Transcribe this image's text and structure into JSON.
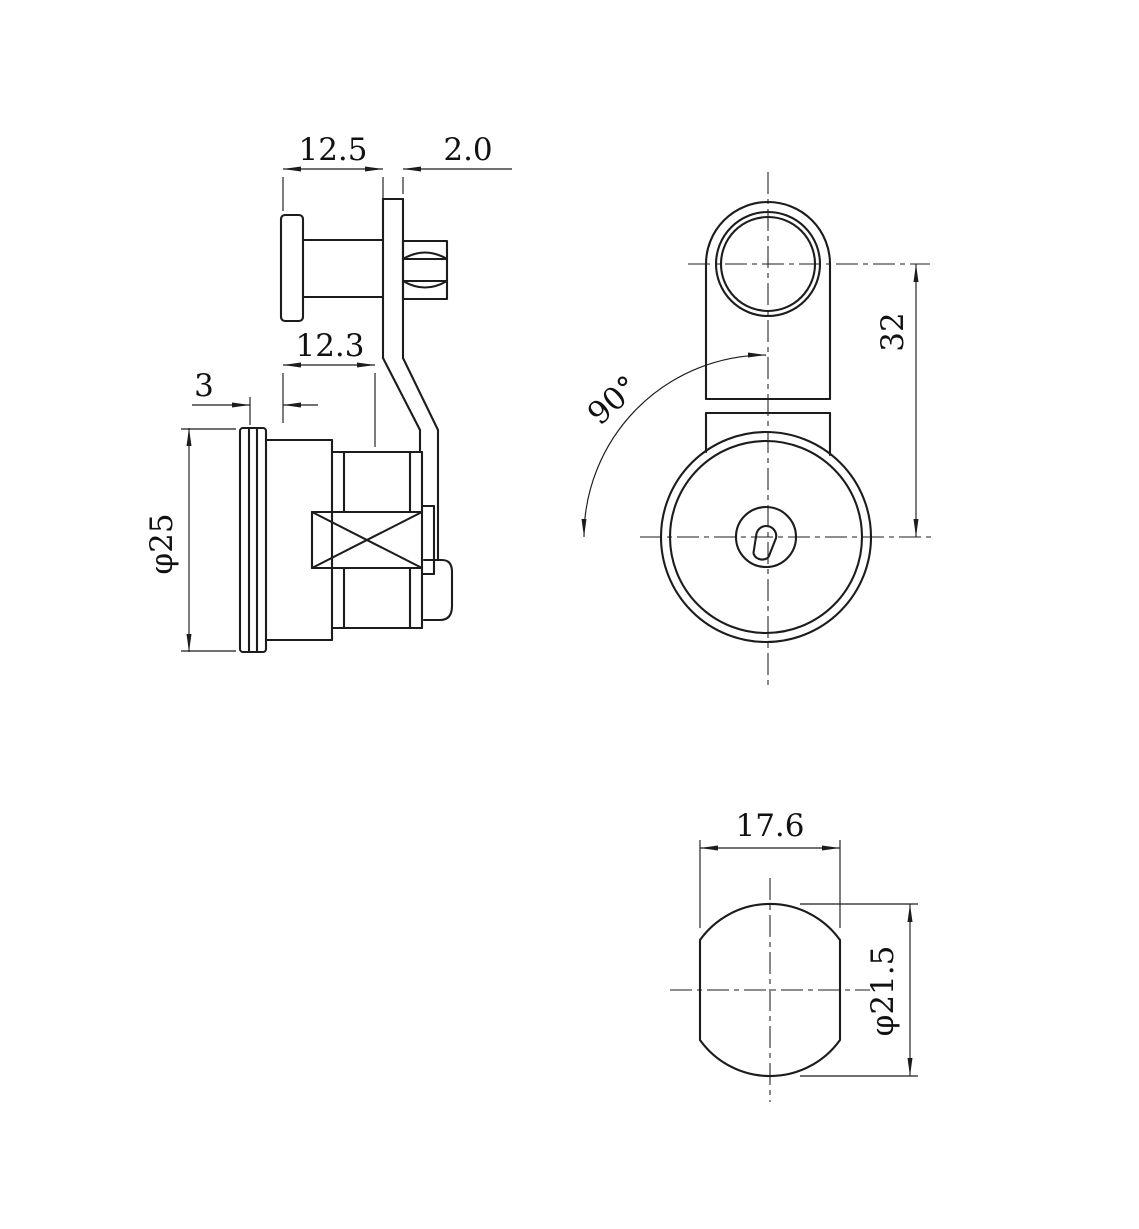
{
  "meta": {
    "background_color": "#ffffff",
    "line_color": "#1c1c1c",
    "drawing_type": "cam-lock-3-view-technical-drawing"
  },
  "side_view": {
    "dim_shaft_length": "12.5",
    "dim_bracket_thickness": "2.0",
    "dim_body_length": "12.3",
    "dim_flange_gap": "3",
    "dim_face_diameter": "φ25"
  },
  "front_view": {
    "dim_cam_rotation": "90°",
    "dim_hole_center_distance": "32"
  },
  "bottom_view": {
    "dim_flat_width": "17.6",
    "dim_barrel_diameter": "φ21.5"
  }
}
